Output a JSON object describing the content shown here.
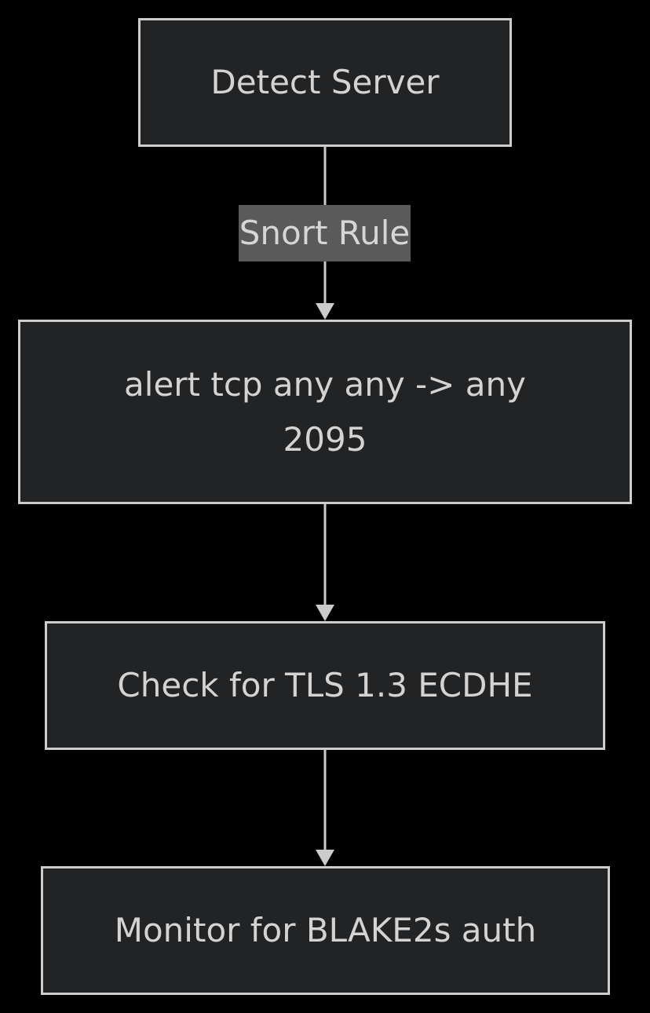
{
  "diagram": {
    "nodes": [
      {
        "id": "detect-server",
        "lines": [
          "Detect Server"
        ]
      },
      {
        "id": "alert-rule",
        "lines": [
          "alert tcp any any -> any",
          "2095"
        ]
      },
      {
        "id": "tls-check",
        "lines": [
          "Check for TLS 1.3 ECDHE"
        ]
      },
      {
        "id": "blake-monitor",
        "lines": [
          "Monitor for BLAKE2s auth"
        ]
      }
    ],
    "edges": [
      {
        "from": "detect-server",
        "to": "alert-rule",
        "label": "Snort Rule"
      },
      {
        "from": "alert-rule",
        "to": "tls-check",
        "label": ""
      },
      {
        "from": "tls-check",
        "to": "blake-monitor",
        "label": ""
      }
    ]
  }
}
